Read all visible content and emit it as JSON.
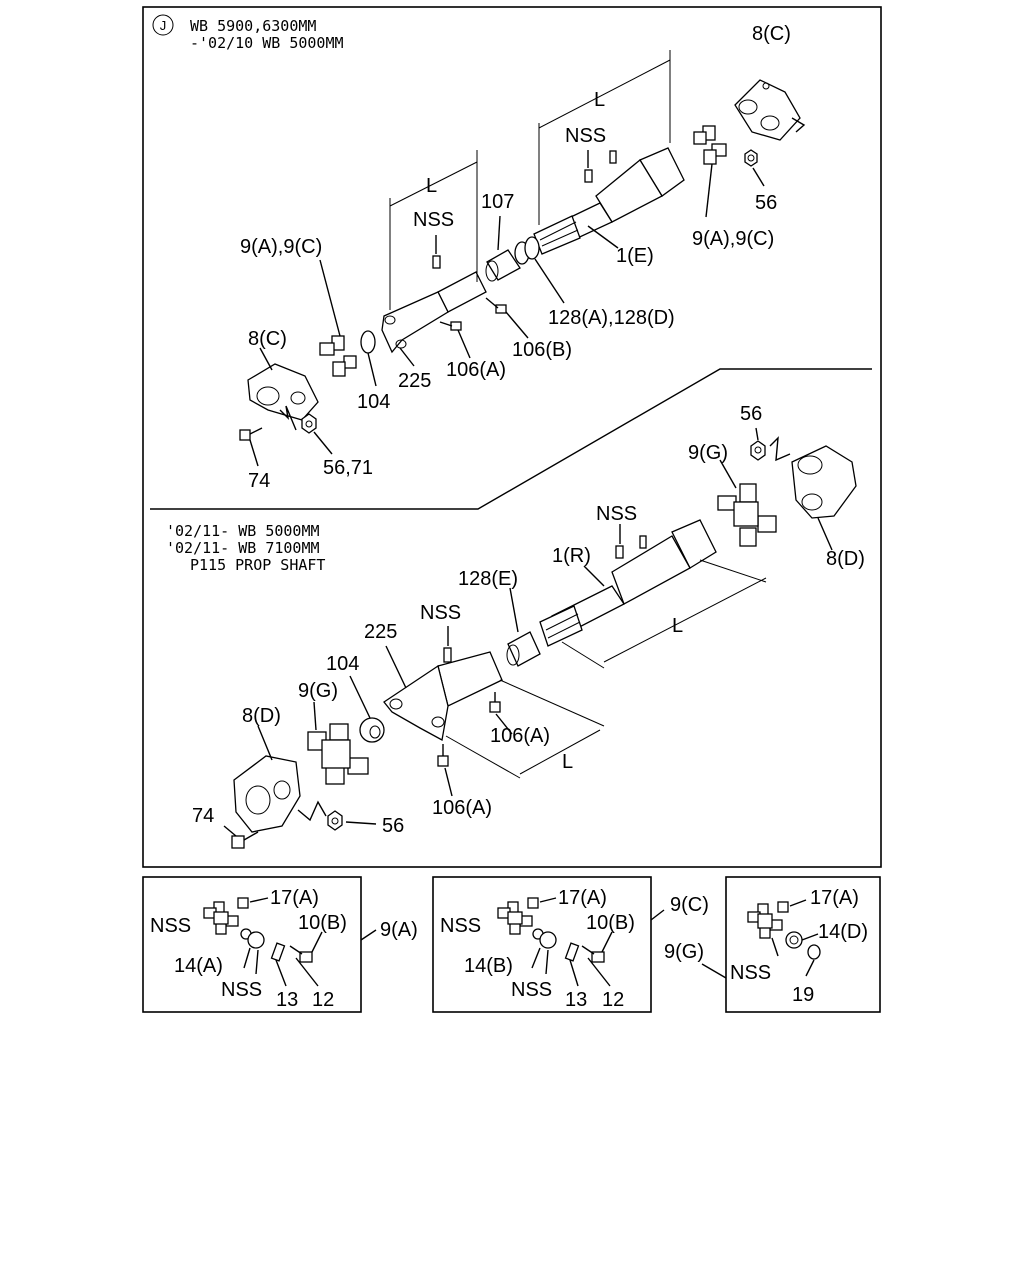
{
  "upper_section": {
    "badge": "J",
    "heading_line1": "WB 5900,6300MM",
    "heading_line2": "-'02/10 WB 5000MM",
    "labels": {
      "flange_8c_top": "8(C)",
      "dim_L_long": "L",
      "nss_top": "NSS",
      "cross_9a9c_right": "9(A),9(C)",
      "nut_56": "56",
      "shaft_1e": "1(E)",
      "dim_L_short": "L",
      "boot_107": "107",
      "nss_mid": "NSS",
      "cross_9a9c_left": "9(A),9(C)",
      "ring_128ad": "128(A),128(D)",
      "fitting_106b": "106(B)",
      "flange_8c_left": "8(C)",
      "fitting_106a": "106(A)",
      "yoke_225": "225",
      "oring_104": "104",
      "nut_56_71": "56,71",
      "bolt_74": "74"
    }
  },
  "lower_section": {
    "heading_line1": "'02/11- WB 5000MM",
    "heading_line2": "'02/11- WB 7100MM",
    "heading_line3": "P115 PROP SHAFT",
    "labels": {
      "nut_56": "56",
      "cross_9g_right": "9(G)",
      "nss_right": "NSS",
      "flange_8d_right": "8(D)",
      "shaft_1r": "1(R)",
      "ring_128e": "128(E)",
      "dim_L_right": "L",
      "nss_left": "NSS",
      "yoke_225": "225",
      "seal_104": "104",
      "cross_9g_left": "9(G)",
      "flange_8d_left": "8(D)",
      "fitting_106a_top": "106(A)",
      "dim_L_left": "L",
      "fitting_106a_bottom": "106(A)",
      "bolt_74": "74",
      "nut_56_bottom": "56"
    }
  },
  "detail_a": {
    "nss_cross": "NSS",
    "grease_17a": "17(A)",
    "bolt_10b": "10(B)",
    "kit_9a": "9(A)",
    "cup_14a": "14(A)",
    "nss_bottom": "NSS",
    "plate_13": "13",
    "bolt_12": "12"
  },
  "detail_c": {
    "nss_cross": "NSS",
    "grease_17a": "17(A)",
    "bolt_10b": "10(B)",
    "kit_9c": "9(C)",
    "cup_14b": "14(B)",
    "nss_bottom": "NSS",
    "plate_13": "13",
    "bolt_12": "12"
  },
  "detail_g": {
    "kit_9g": "9(G)",
    "nss": "NSS",
    "grease_17a": "17(A)",
    "cup_14d": "14(D)",
    "clip_19": "19"
  }
}
